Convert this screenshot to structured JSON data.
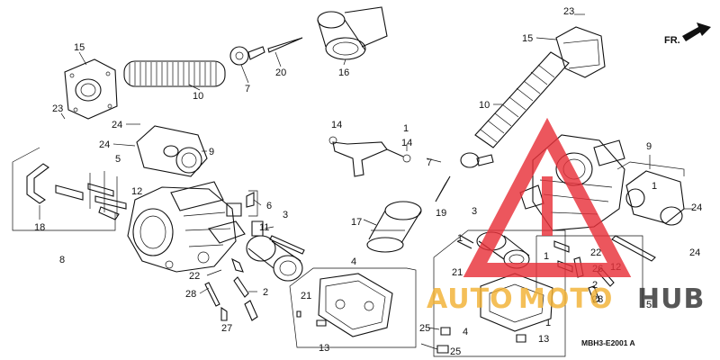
{
  "diagram": {
    "code": "MBH3-E2001 A",
    "direction_label": "FR.",
    "labels": {
      "l15a": "15",
      "l23a": "23",
      "l10a": "10",
      "l7a": "7",
      "l20": "20",
      "l16": "16",
      "l24a": "24",
      "l24b": "24",
      "l9a": "9",
      "l5a": "5",
      "l12a": "12",
      "l18": "18",
      "l8": "8",
      "l6": "6",
      "l11": "11",
      "l3a": "3",
      "l22a": "22",
      "l28a": "28",
      "l27": "27",
      "l2a": "2",
      "l14a": "14",
      "l1a": "1",
      "l14b": "14",
      "l17": "17",
      "l4a": "4",
      "l21a": "21",
      "l13a": "13",
      "l23b": "23",
      "l15b": "15",
      "l10b": "10",
      "l7b": "7",
      "l19": "19",
      "l3b": "3",
      "l1b": "1",
      "l21b": "21",
      "l4b": "4",
      "l25a": "25",
      "l25b": "25",
      "l22b": "22",
      "l26": "26",
      "l2b": "2",
      "l28b": "28",
      "l1c": "1",
      "l12b": "12",
      "l5b": "5",
      "l9b": "9",
      "l1d": "1",
      "l24c": "24",
      "l24d": "24",
      "l1e": "1",
      "l13b": "13"
    }
  },
  "watermark": {
    "word1": "AUTO",
    "word2": "MOTO",
    "word3": "HUB",
    "color_red": "#e8313a",
    "color_gold": "#f2b134",
    "color_dark": "#333333"
  }
}
